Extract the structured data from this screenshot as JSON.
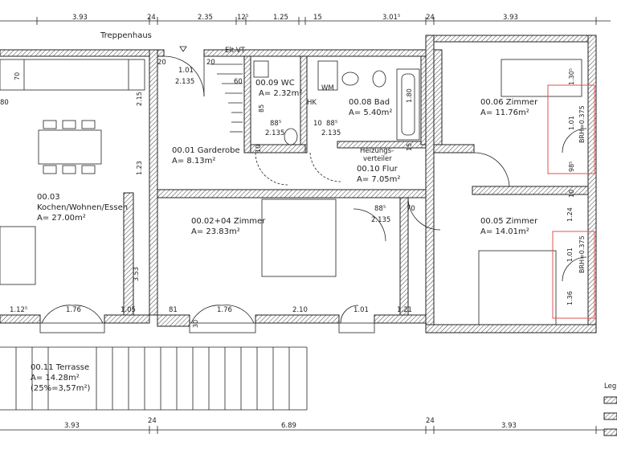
{
  "rooms": {
    "stair": "Treppenhaus",
    "garderobe": {
      "name": "00.01 Garderobe",
      "area": "A= 8.13m²"
    },
    "wc": {
      "name": "00.09 WC",
      "area": "A= 2.32m²"
    },
    "bad": {
      "name": "00.08 Bad",
      "area": "A= 5.40m²"
    },
    "zimmer06": {
      "name": "00.06 Zimmer",
      "area": "A= 11.76m²"
    },
    "flur": {
      "name": "00.10 Flur",
      "area": "A= 7.05m²"
    },
    "kochen": {
      "name": "00.03",
      "name2": "Kochen/Wohnen/Essen",
      "area": "A= 27.00m²"
    },
    "zimmer0204": {
      "name": "00.02+04 Zimmer",
      "area": "A= 23.83m²"
    },
    "zimmer05": {
      "name": "00.05 Zimmer",
      "area": "A= 14.01m²"
    },
    "terrasse": {
      "name": "00.11 Terrasse",
      "area": "A= 14.28m²",
      "note": "(25%=3,57m²)"
    }
  },
  "fixtures": {
    "wm": "WM",
    "hk": "HK",
    "heizung1": "Heizungs-",
    "heizung2": "verteiler",
    "elt": "Elt.VT",
    "brh1": "BRH=0.375",
    "brh2": "BRH=0.375",
    "legend": "Leg"
  },
  "dims_top": [
    "3.93",
    "24",
    "2.35",
    "12⁵",
    "1.25",
    "15",
    "3.01⁵",
    "24",
    "3.93"
  ],
  "dims_bottom": [
    "3.93",
    "24",
    "6.89",
    "24",
    "3.93"
  ],
  "dims_inner": {
    "d101a": "1.01",
    "d2135a": "2.135",
    "d60": "60",
    "d70a": "70",
    "d20a": "20",
    "d20b": "20",
    "d80": "80",
    "d215": "2.15",
    "d123": "1.23",
    "d85": "85",
    "d885a": "88⁵",
    "d2135b": "2.135",
    "d10a": "10",
    "d885b": "88⁵",
    "d2135c": "2.135",
    "d180": "1.80",
    "d15": "15",
    "d130": "1.30⁵",
    "d101b": "1.01",
    "d985": "98⁵",
    "d10b": "10",
    "d88": "88⁵",
    "d2135d": "2.135",
    "d70b": "70",
    "d124": "1.24",
    "d101c": "1.01",
    "d136": "1.36",
    "d353": "3.53",
    "d1125": "1.12⁵",
    "d176a": "1.76",
    "d105": "1.05",
    "d81": "81",
    "d176b": "1.76",
    "d210": "2.10",
    "d101d": "1.01",
    "d121": "1.21",
    "d30": "30",
    "d10c": "10"
  }
}
